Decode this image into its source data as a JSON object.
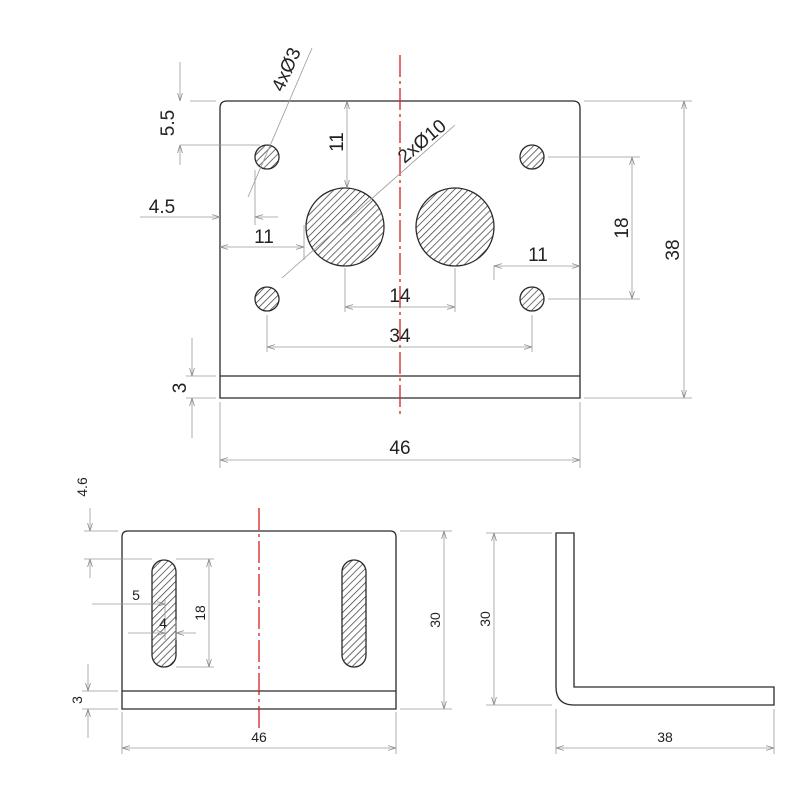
{
  "top_view": {
    "dims": {
      "hole_note": "4xØ3",
      "big_hole_note": "2xØ10",
      "edge_top": "5.5",
      "hole_offset_top": "11",
      "edge_left": "4.5",
      "hole_offset_left": "11",
      "hole_offset_right": "11",
      "vertical_pitch": "18",
      "height": "38",
      "big_hole_pitch": "14",
      "small_hole_pitch": "34",
      "flange": "3",
      "width": "46"
    }
  },
  "front_view": {
    "dims": {
      "top_edge": "4.6",
      "slot_offset": "5",
      "slot_width": "4",
      "slot_length": "18",
      "height": "30",
      "flange": "3",
      "width": "46"
    }
  },
  "side_view": {
    "dims": {
      "height": "30",
      "length": "38"
    }
  },
  "colors": {
    "centerline": "#d42020",
    "outline": "#2a2a2a",
    "dimension": "#9a9a9a"
  }
}
